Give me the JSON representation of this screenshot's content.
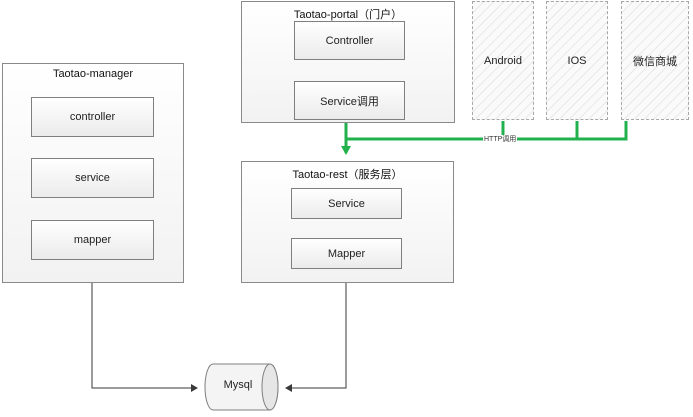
{
  "manager": {
    "title": "Taotao-manager",
    "layers": [
      "controller",
      "service",
      "mapper"
    ]
  },
  "portal": {
    "title": "Taotao-portal（门户）",
    "layers": [
      "Controller",
      "Service调用"
    ]
  },
  "rest": {
    "title": "Taotao-rest（服务层）",
    "layers": [
      "Service",
      "Mapper"
    ]
  },
  "clients": [
    "Android",
    "IOS",
    "微信商城"
  ],
  "http_label": "HTTP调用",
  "database": "Mysql",
  "colors": {
    "http_line": "#22b14c",
    "connector": "#3a3a3a",
    "border": "#8a8a8a"
  }
}
